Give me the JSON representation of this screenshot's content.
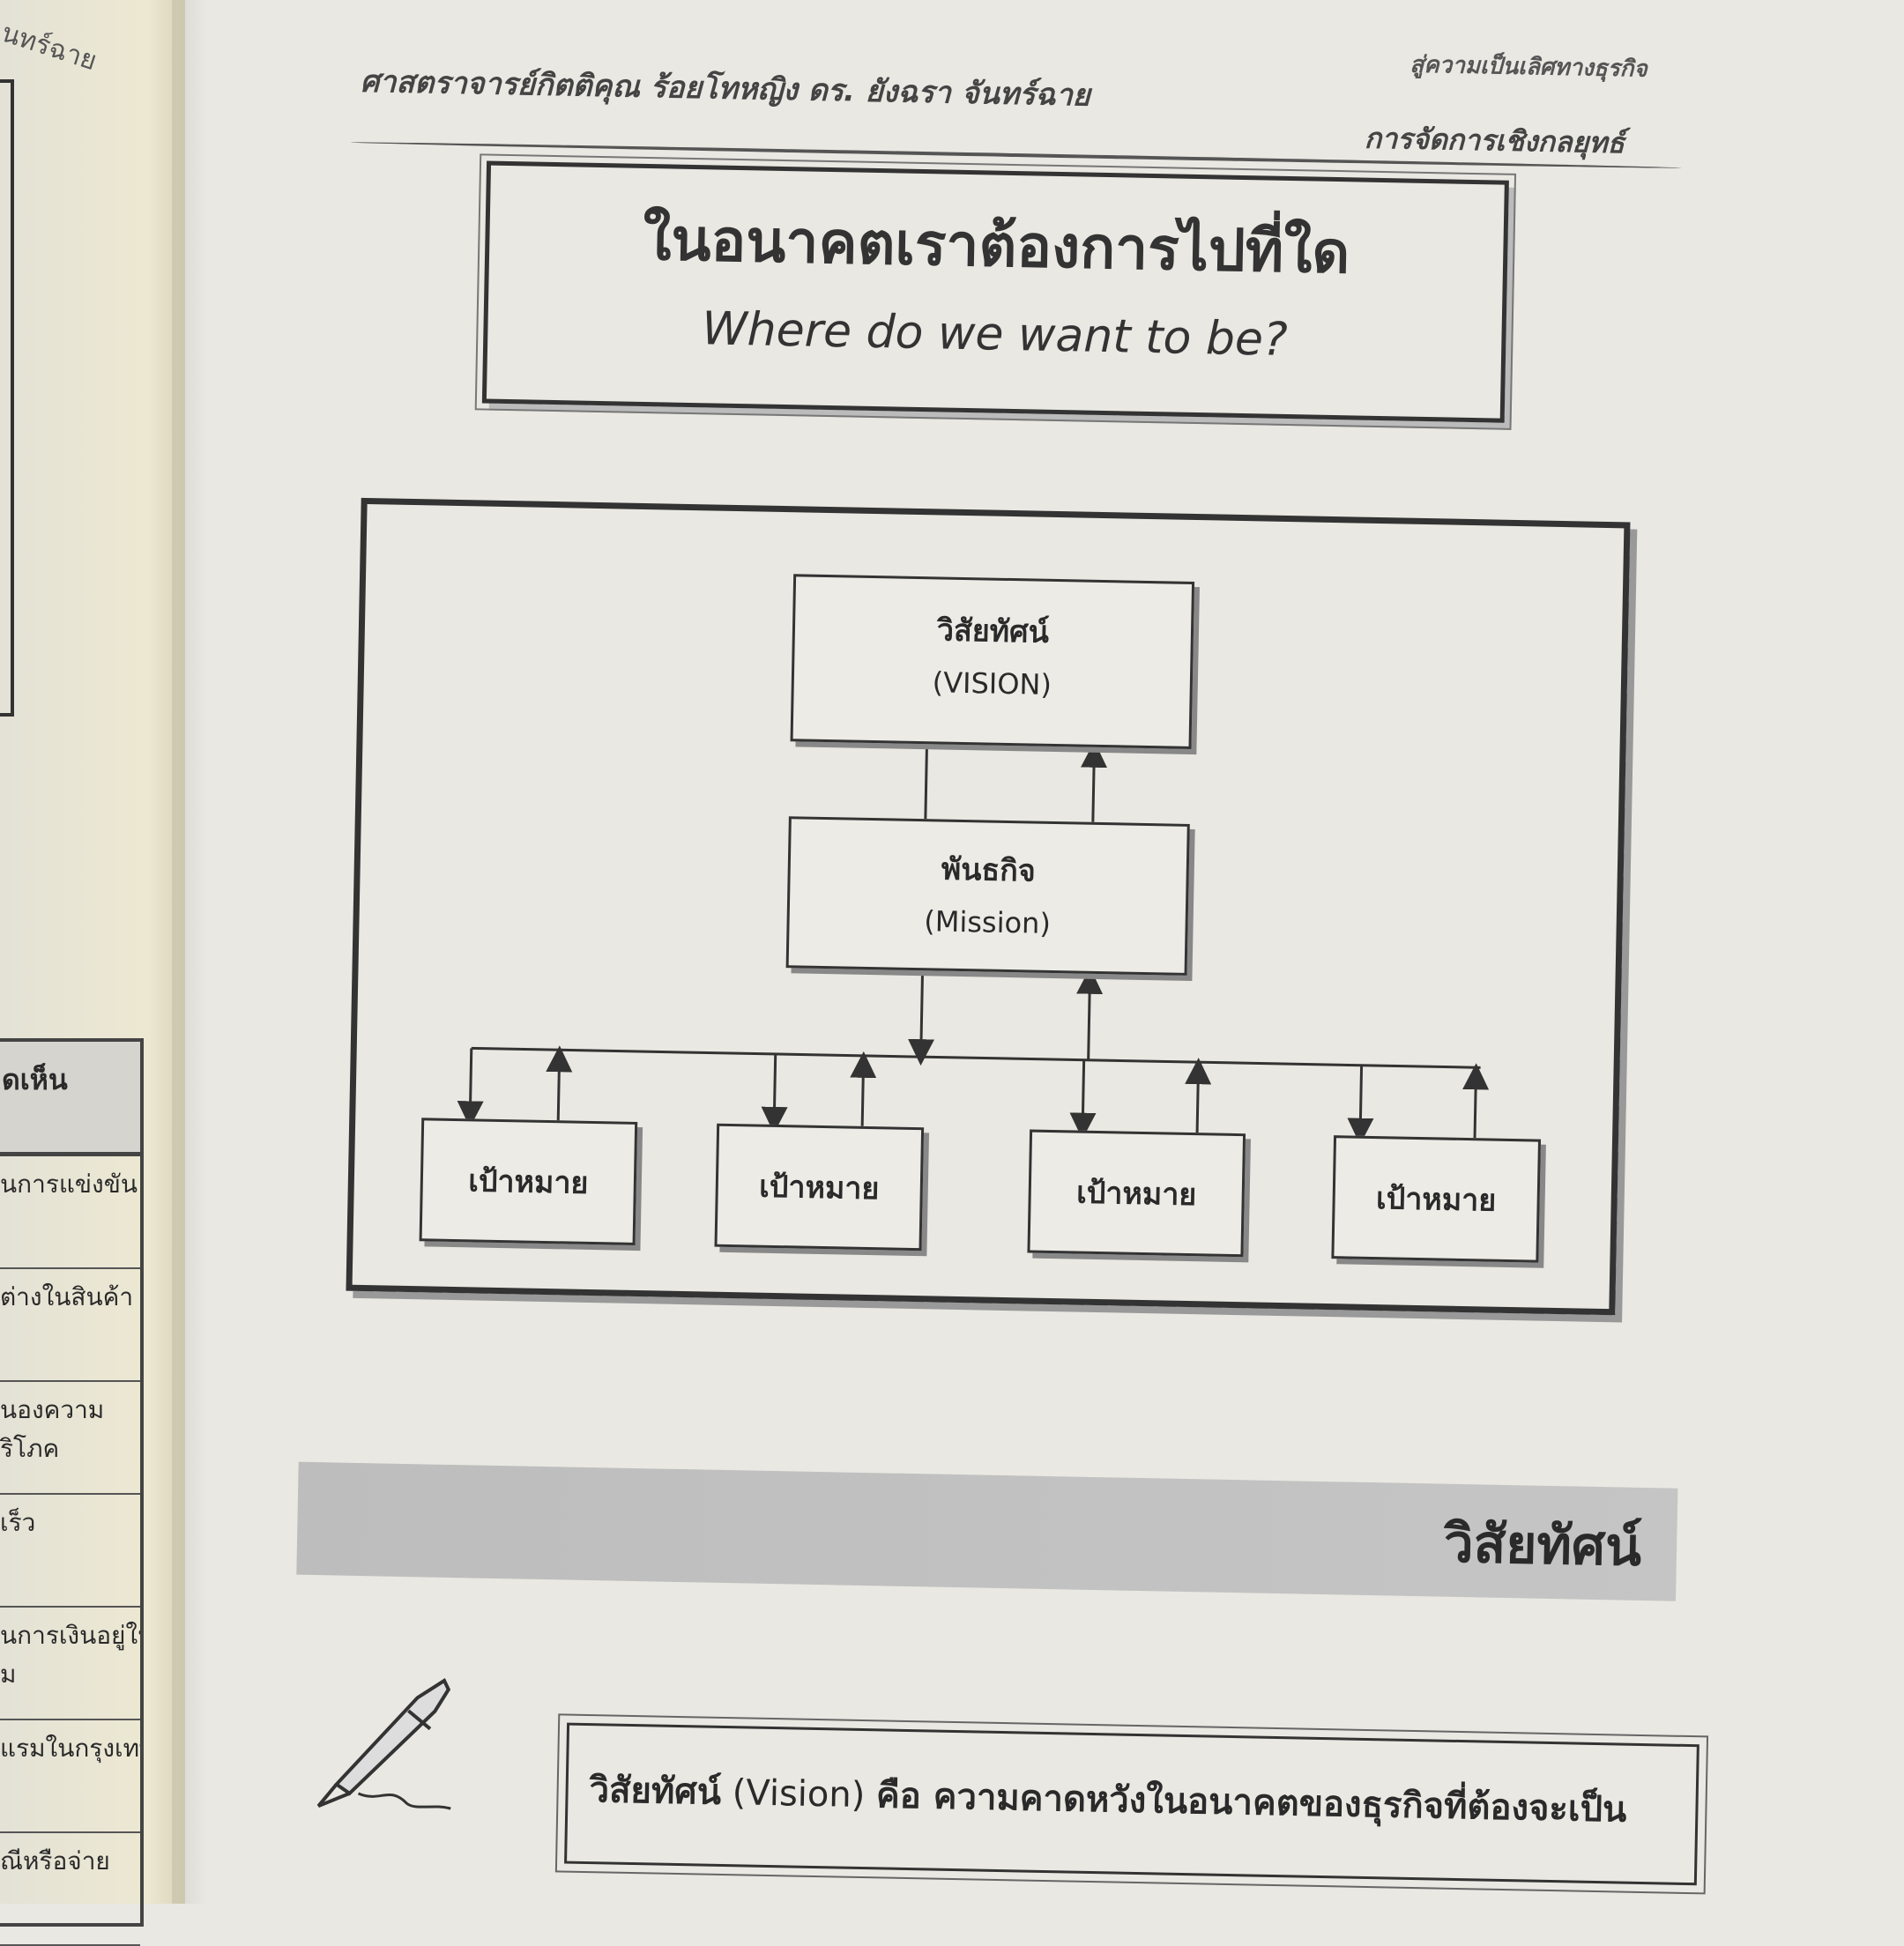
{
  "left_page": {
    "title_fragment": "นทร์ฉาย",
    "table_header": "ดเห็น",
    "table_rows": [
      "นการแข่งขัน",
      "ต่างในสินค้า",
      "นองความ\nริโภค",
      "เร็ว",
      "นการเงินอยู่ใน\nม",
      "แรมในกรุงเทพ",
      "ณีหรือจ่าย"
    ]
  },
  "header": {
    "author": "ศาสตราจารย์กิตติคุณ ร้อยโทหญิง ดร. ยังฉรา จันทร์ฉาย",
    "series": "สู่ความเป็นเลิศทางธุรกิจ",
    "subject": "การจัดการเชิงกลยุทธ์"
  },
  "title": {
    "thai": "ในอนาคตเราต้องการไปที่ใด",
    "english": "Where do we want to be?"
  },
  "diagram": {
    "vision": {
      "thai": "วิสัยทัศน์",
      "english": "(VISION)"
    },
    "mission": {
      "thai": "พันธกิจ",
      "english": "(Mission)"
    },
    "goals": [
      "เป้าหมาย",
      "เป้าหมาย",
      "เป้าหมาย",
      "เป้าหมาย"
    ]
  },
  "section_heading": "วิสัยทัศน์",
  "definition": {
    "term": "วิสัยทัศน์",
    "english": "(Vision)",
    "text": "คือ ความคาดหวังในอนาคตของธุรกิจที่ต้องจะเป็น"
  },
  "icons": {
    "pen": "fountain-pen-icon"
  }
}
